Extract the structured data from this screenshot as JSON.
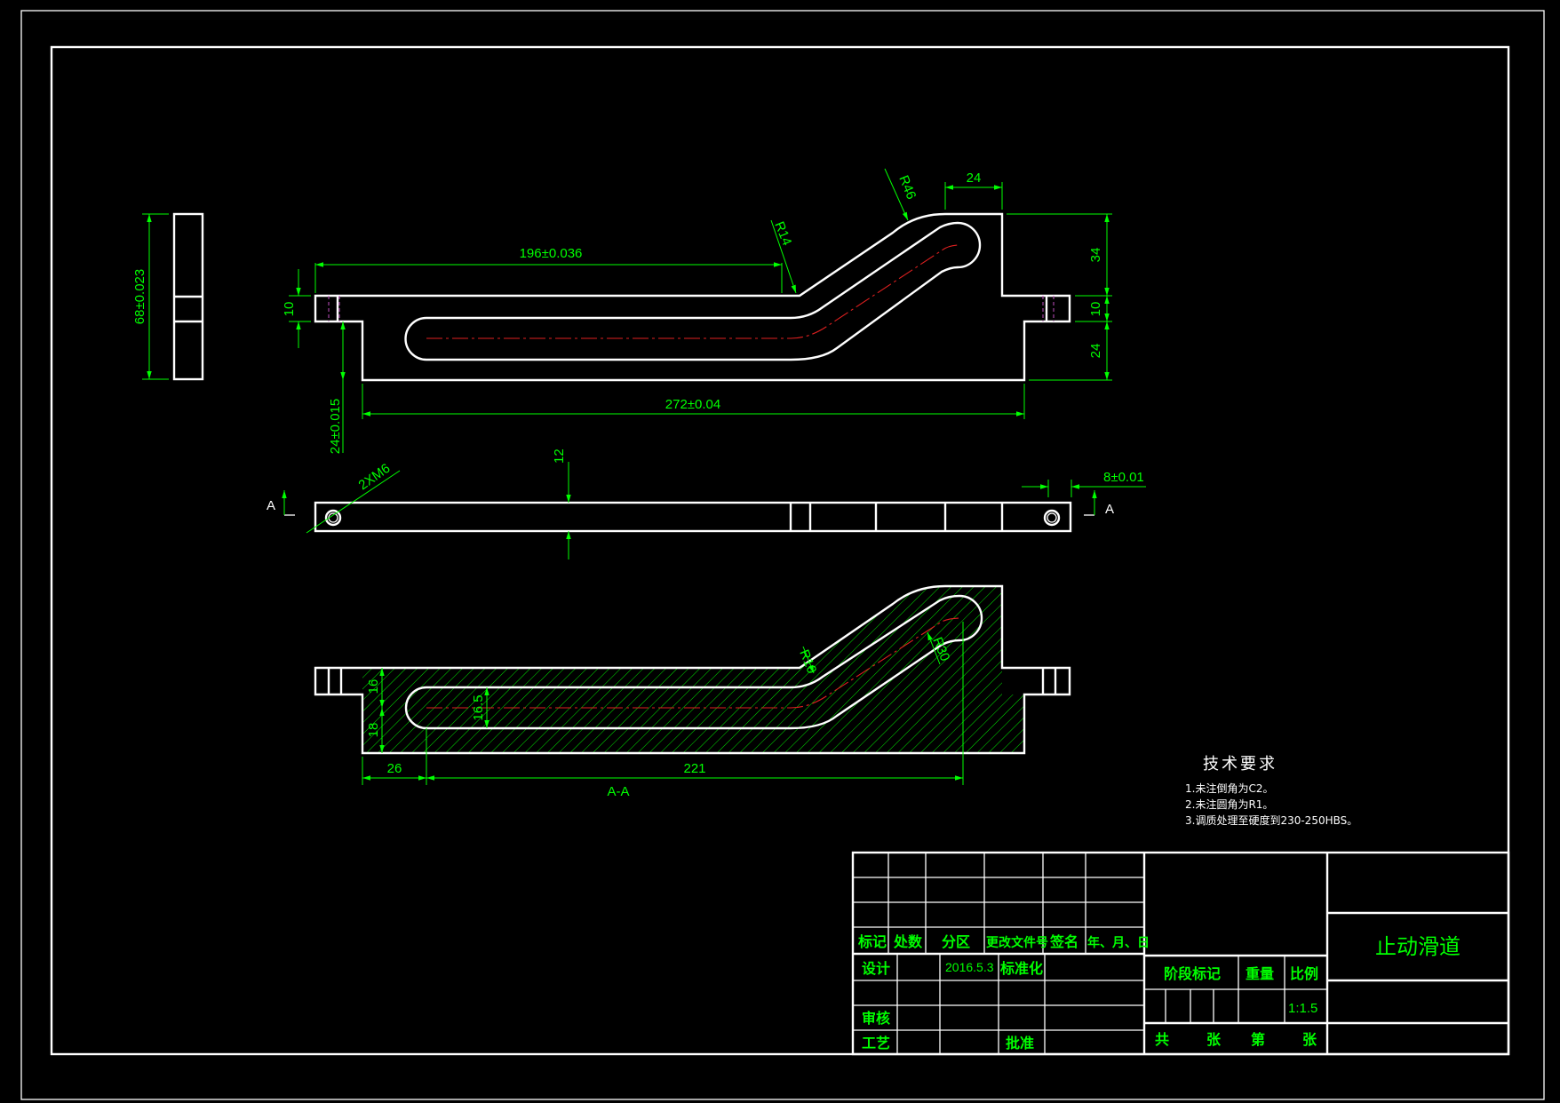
{
  "drawing": {
    "title": "止动滑道",
    "dimensions": {
      "d196": "196±0.036",
      "d272": "272±0.04",
      "r14": "R14",
      "r46": "R46",
      "d24_top": "24",
      "d34": "34",
      "d10_right": "10",
      "d24_right": "24",
      "d10_left": "10",
      "d24_015": "24±0.015",
      "d68": "68±0.023",
      "d12": "12",
      "d8": "8±0.01",
      "thread": "2XM6",
      "r10": "R10",
      "r30": "R30",
      "d16": "16",
      "d18": "18",
      "d16_5": "16.5",
      "d26": "26",
      "d221": "221"
    },
    "section_marks": {
      "left": "A",
      "right": "A",
      "section_label": "A-A"
    },
    "tech_requirements": {
      "heading": "技术要求",
      "items": [
        "1.未注倒角为C2。",
        "2.未注圆角为R1。",
        "3.调质处理至硬度到230-250HBS。"
      ]
    },
    "title_block": {
      "headers": [
        "标记",
        "处数",
        "分区",
        "更改文件号",
        "签名",
        "年、月、日"
      ],
      "design_label": "设计",
      "design_date": "2016.5.3",
      "standardize": "标准化",
      "review": "审核",
      "process": "工艺",
      "approve": "批准",
      "stage_mark": "阶段标记",
      "weight": "重量",
      "scale_label": "比例",
      "scale_value": "1:1.5",
      "sheets_total": "共",
      "sheets_unit": "张",
      "sheet_no": "第",
      "sheet_unit2": "张"
    }
  }
}
